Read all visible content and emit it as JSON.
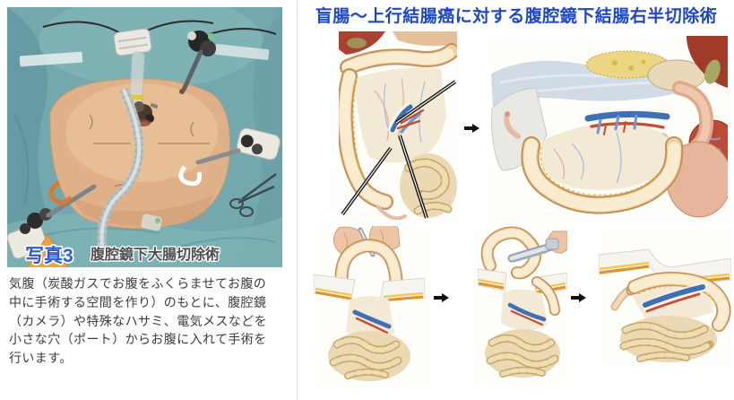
{
  "page": {
    "background": "#ffffff",
    "divider_color": "#dfe3ec"
  },
  "left_panel": {
    "photo": {
      "badge": "写真3",
      "badge_color": "#2f5bd8",
      "triangle_color": "#f0a23a",
      "caption": "腹腔鏡下大腸切除術",
      "caption_color": "#4e4e4e",
      "drape_color": "#73a9ae",
      "skin_color": "#e0b189"
    },
    "description_lines": {
      "0": "気腹（炭酸ガスでお腹をふくらませてお腹の",
      "1": "中に手術する空間を作り）のもとに、腹腔鏡",
      "2": "（カメラ）や特殊なハサミ、電気メスなどを",
      "3": "小さな穴（ポート）からお腹に入れて手術を",
      "4": "行います。"
    }
  },
  "right_panel": {
    "title": "盲腸～上行結腸癌に対する腹腔鏡下結腸右半切除術",
    "title_color": "#1d46c4"
  },
  "icons": {
    "arrow_right": "→"
  }
}
